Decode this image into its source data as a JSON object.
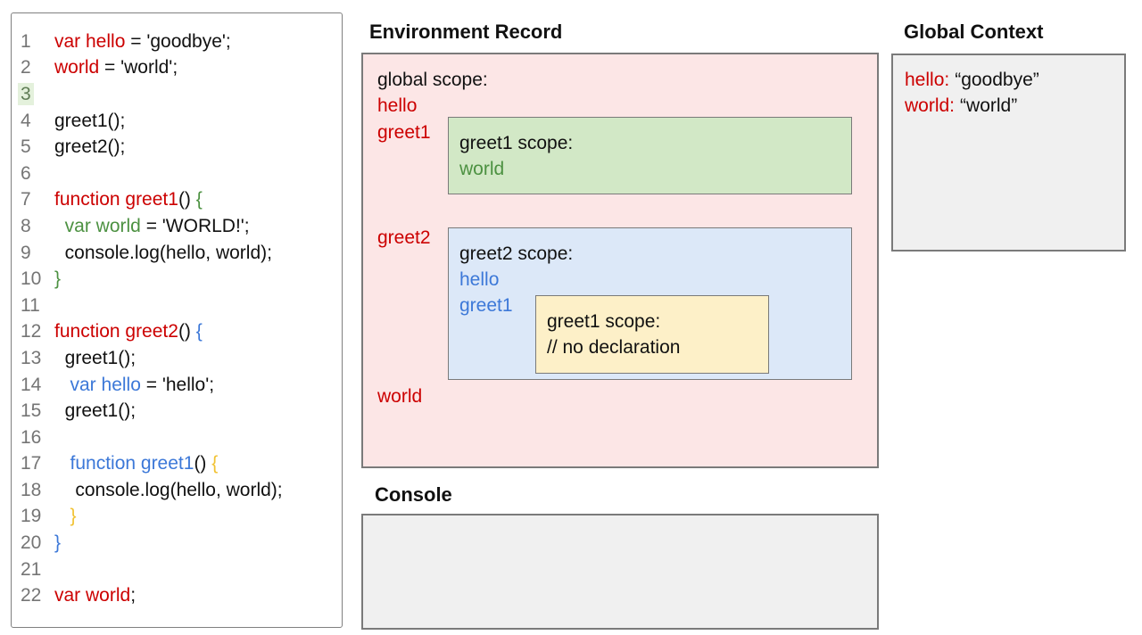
{
  "colors": {
    "red": "#cc0000",
    "green": "#4c9141",
    "blue": "#3c78d8",
    "yellow": "#f1c232",
    "black": "#111111",
    "line_number_gray": "#757575",
    "highlighted_line_bg": "#e4f1dc",
    "pink_fill": "#fce6e6",
    "green_fill": "#d2e8c6",
    "blue_fill": "#dce8f8",
    "yellow_fill": "#fdf0c8",
    "gray_fill": "#f0f0f0",
    "border_gray": "#7a7a7a"
  },
  "code_panel": {
    "lines": [
      {
        "n": "1",
        "segments": [
          {
            "t": "var hello",
            "c": "red"
          },
          {
            "t": " = 'goodbye';",
            "c": "black"
          }
        ]
      },
      {
        "n": "2",
        "segments": [
          {
            "t": "world",
            "c": "red"
          },
          {
            "t": " = 'world';",
            "c": "black"
          }
        ]
      },
      {
        "n": "3",
        "highlighted": true,
        "segments": []
      },
      {
        "n": "4",
        "segments": [
          {
            "t": "greet1();",
            "c": "black"
          }
        ]
      },
      {
        "n": "5",
        "segments": [
          {
            "t": "greet2();",
            "c": "black"
          }
        ]
      },
      {
        "n": "6",
        "segments": []
      },
      {
        "n": "7",
        "segments": [
          {
            "t": "function greet1",
            "c": "red"
          },
          {
            "t": "() ",
            "c": "black"
          },
          {
            "t": "{",
            "c": "green"
          }
        ]
      },
      {
        "n": "8",
        "segments": [
          {
            "t": "  var world",
            "c": "green"
          },
          {
            "t": " = 'WORLD!';",
            "c": "black"
          }
        ]
      },
      {
        "n": "9",
        "segments": [
          {
            "t": "  console.log(hello, world);",
            "c": "black"
          }
        ]
      },
      {
        "n": "10",
        "segments": [
          {
            "t": "}",
            "c": "green"
          }
        ]
      },
      {
        "n": "11",
        "segments": []
      },
      {
        "n": "12",
        "segments": [
          {
            "t": "function greet2",
            "c": "red"
          },
          {
            "t": "() ",
            "c": "black"
          },
          {
            "t": "{",
            "c": "blue"
          }
        ]
      },
      {
        "n": "13",
        "segments": [
          {
            "t": "  greet1();",
            "c": "black"
          }
        ]
      },
      {
        "n": "14",
        "segments": [
          {
            "t": "   var hello",
            "c": "blue"
          },
          {
            "t": " = 'hello';",
            "c": "black"
          }
        ]
      },
      {
        "n": "15",
        "segments": [
          {
            "t": "  greet1();",
            "c": "black"
          }
        ]
      },
      {
        "n": "16",
        "segments": []
      },
      {
        "n": "17",
        "segments": [
          {
            "t": "   function greet1",
            "c": "blue"
          },
          {
            "t": "() ",
            "c": "black"
          },
          {
            "t": "{",
            "c": "yellow"
          }
        ]
      },
      {
        "n": "18",
        "segments": [
          {
            "t": "    console.log(hello, world);",
            "c": "black"
          }
        ]
      },
      {
        "n": "19",
        "segments": [
          {
            "t": "   }",
            "c": "yellow"
          }
        ]
      },
      {
        "n": "20",
        "segments": [
          {
            "t": "}",
            "c": "blue"
          }
        ]
      },
      {
        "n": "21",
        "segments": []
      },
      {
        "n": "22",
        "segments": [
          {
            "t": "var world",
            "c": "red"
          },
          {
            "t": ";",
            "c": "black"
          }
        ]
      }
    ]
  },
  "environment_record": {
    "title": "Environment Record",
    "global_scope_label": "global scope:",
    "entries": {
      "hello": "hello",
      "greet1": "greet1",
      "greet2": "greet2",
      "world": "world"
    },
    "greet1_scope": {
      "label": "greet1 scope:",
      "entry": "world"
    },
    "greet2_scope": {
      "label": "greet2 scope:",
      "entries": [
        "hello",
        "greet1"
      ],
      "nested_greet1_scope": {
        "label": "greet1 scope:",
        "comment": "// no declaration"
      }
    }
  },
  "global_context": {
    "title": "Global Context",
    "entries": [
      {
        "key": "hello:",
        "value": "“goodbye”"
      },
      {
        "key": "world:",
        "value": "“world”"
      }
    ]
  },
  "console": {
    "title": "Console"
  }
}
